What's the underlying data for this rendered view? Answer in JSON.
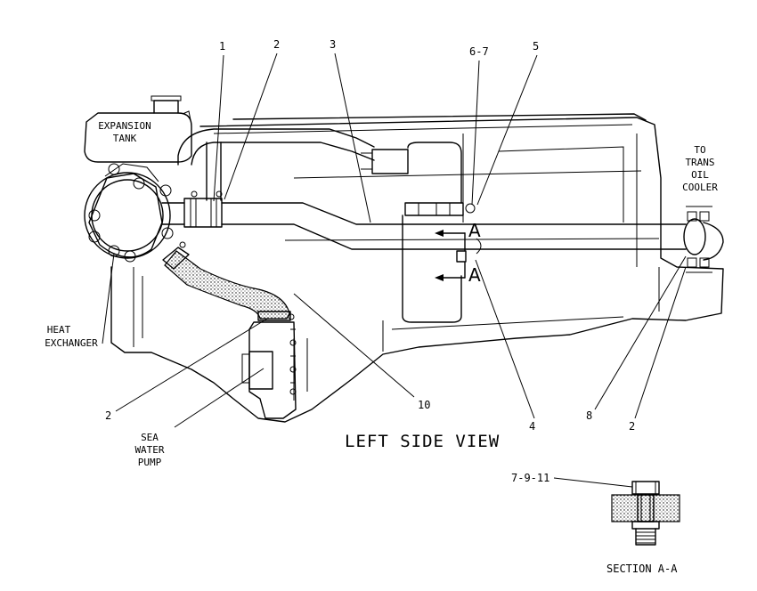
{
  "diagram": {
    "view_title": "LEFT SIDE VIEW",
    "section_title": "SECTION A-A",
    "section_marker": "A",
    "part_callouts": [
      "1",
      "2",
      "3",
      "6-7",
      "5",
      "4",
      "8",
      "2",
      "2",
      "10",
      "7-9-11"
    ],
    "component_labels": {
      "expansion_tank": [
        "EXPANSION",
        "TANK"
      ],
      "to_trans_oil_cooler": [
        "TO",
        "TRANS",
        "OIL",
        "COOLER"
      ],
      "heat_exchanger": [
        "HEAT",
        "EXCHANGER"
      ],
      "sea_water_pump": [
        "SEA",
        "WATER",
        "PUMP"
      ]
    }
  }
}
